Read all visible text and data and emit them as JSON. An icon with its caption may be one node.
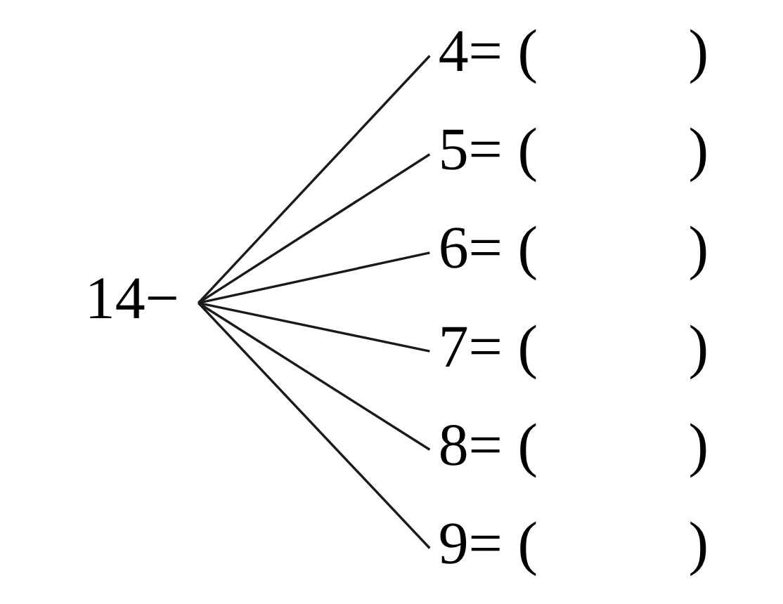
{
  "diagram": {
    "nodes": [
      {
        "text": [
          "14−"
        ]
      },
      {
        "text": [
          "4= (          )"
        ]
      },
      {
        "text": [
          "5= (          )"
        ]
      },
      {
        "text": [
          "6= (          )"
        ]
      },
      {
        "text": [
          "7= (          )"
        ]
      },
      {
        "text": [
          "8= (          )"
        ]
      },
      {
        "text": [
          "9= (          )"
        ]
      }
    ],
    "edges": [
      {
        "from": 0,
        "to": 1,
        "arrow": "none"
      },
      {
        "from": 0,
        "to": 2,
        "arrow": "none"
      },
      {
        "from": 0,
        "to": 3,
        "arrow": "none"
      },
      {
        "from": 0,
        "to": 4,
        "arrow": "none"
      },
      {
        "from": 0,
        "to": 5,
        "arrow": "none"
      },
      {
        "from": 0,
        "to": 6,
        "arrow": "none"
      }
    ]
  }
}
